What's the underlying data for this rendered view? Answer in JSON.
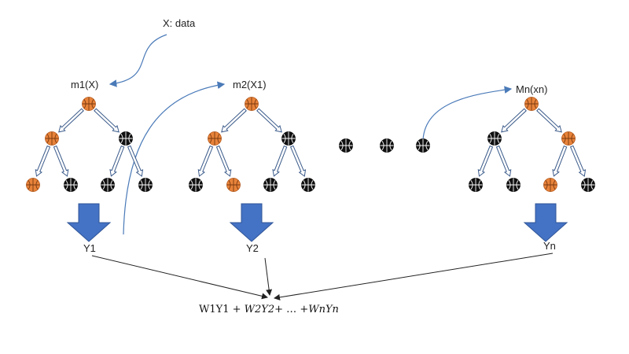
{
  "labels": {
    "input": "X: data",
    "model1": "m1(X)",
    "model2": "m2(X1)",
    "modeln": "Mn(xn)",
    "out1": "Y1",
    "out2": "Y2",
    "outn": "Yn"
  },
  "formula": {
    "part1": "W1Y1 + ",
    "part2": "W2Y2",
    "part3": "+ … +",
    "part4": "WnYn"
  },
  "colors": {
    "orange_node": "#e8833a",
    "black_node": "#111111",
    "tree_arrow_outline": "#3a5a8a",
    "block_arrow": "#4472c4",
    "curve": "#4a7ab8",
    "line": "#222222"
  },
  "trees": [
    {
      "name": "tree-1",
      "nodes": [
        "orange",
        "orange",
        "black",
        "orange",
        "black",
        "black",
        "black"
      ]
    },
    {
      "name": "tree-2",
      "nodes": [
        "orange",
        "orange",
        "black",
        "black",
        "orange",
        "black",
        "black"
      ]
    },
    {
      "name": "tree-n",
      "nodes": [
        "orange",
        "black",
        "orange",
        "black",
        "black",
        "orange",
        "black"
      ]
    }
  ],
  "ellipsis_nodes": [
    "black",
    "black",
    "black"
  ]
}
